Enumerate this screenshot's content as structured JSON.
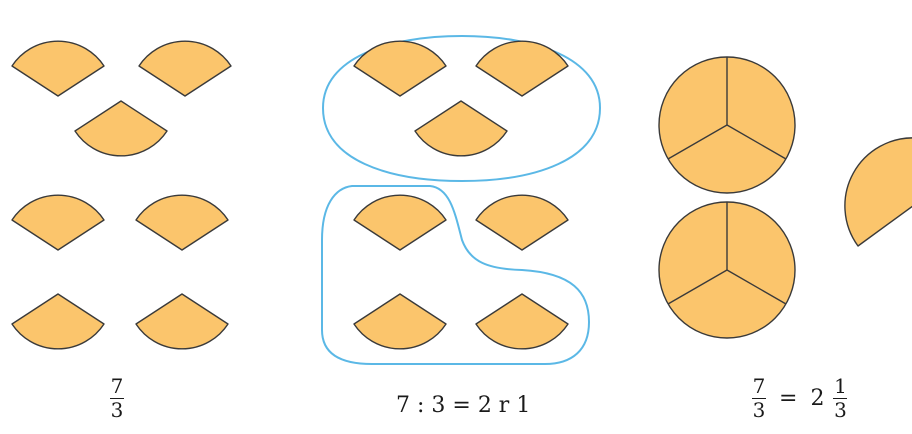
{
  "colors": {
    "fill": "#FBC56C",
    "stroke": "#3A3A3A",
    "group_outline": "#5BB8E6"
  },
  "captions": {
    "left": {
      "numerator": "7",
      "denominator": "3"
    },
    "middle": {
      "text": "7 : 3 = 2 r 1"
    },
    "right": {
      "numerator": "7",
      "denominator": "3",
      "equals": "=",
      "whole": "2",
      "frac_numerator": "1",
      "frac_denominator": "3"
    }
  }
}
